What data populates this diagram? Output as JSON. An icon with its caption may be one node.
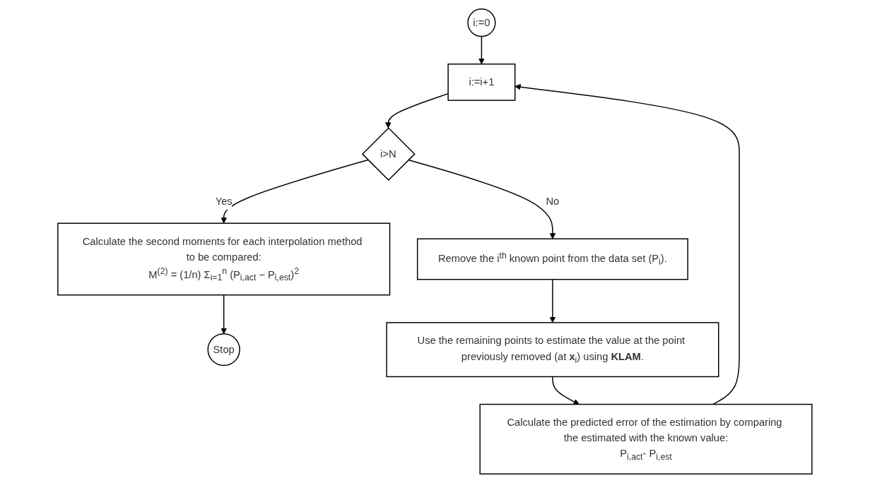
{
  "diagram": {
    "nodes": [
      {
        "text": [
          "i:=0"
        ]
      },
      {
        "text": [
          "i:=i+1"
        ]
      },
      {
        "text": [
          "i>N"
        ]
      },
      {
        "text": [
          "Calculate the second moments for each interpolation method to be compared:",
          "M$^{(2)}$ = (1/n) Σ$_{i=1}$$^{n}$ (P$_{i,act}$ − P$_{i,est}$)$^{2}$"
        ]
      },
      {
        "text": [
          "Stop"
        ]
      },
      {
        "text": [
          "Remove the i$^{th}$ known point from the data set (P$_{i}$)."
        ]
      },
      {
        "text": [
          "Use the remaining points to estimate the value at the point previously removed (at **x**$_{i}$) using **KLAM**."
        ]
      },
      {
        "text": [
          "Calculate the predicted error of the estimation by comparing the estimated with the known value:",
          "P$_{i,act}$- P$_{i,est}$"
        ]
      }
    ],
    "edges": [
      {
        "from": 0,
        "to": 1,
        "arrow": "to"
      },
      {
        "from": 1,
        "to": 2,
        "arrow": "to"
      },
      {
        "from": 2,
        "to": 3,
        "arrow": "to",
        "label": "Yes"
      },
      {
        "from": 3,
        "to": 4,
        "arrow": "to"
      },
      {
        "from": 2,
        "to": 5,
        "arrow": "to",
        "label": "No"
      },
      {
        "from": 5,
        "to": 6,
        "arrow": "to"
      },
      {
        "from": 6,
        "to": 7,
        "arrow": "to"
      },
      {
        "from": 7,
        "to": 1,
        "arrow": "to"
      }
    ]
  }
}
